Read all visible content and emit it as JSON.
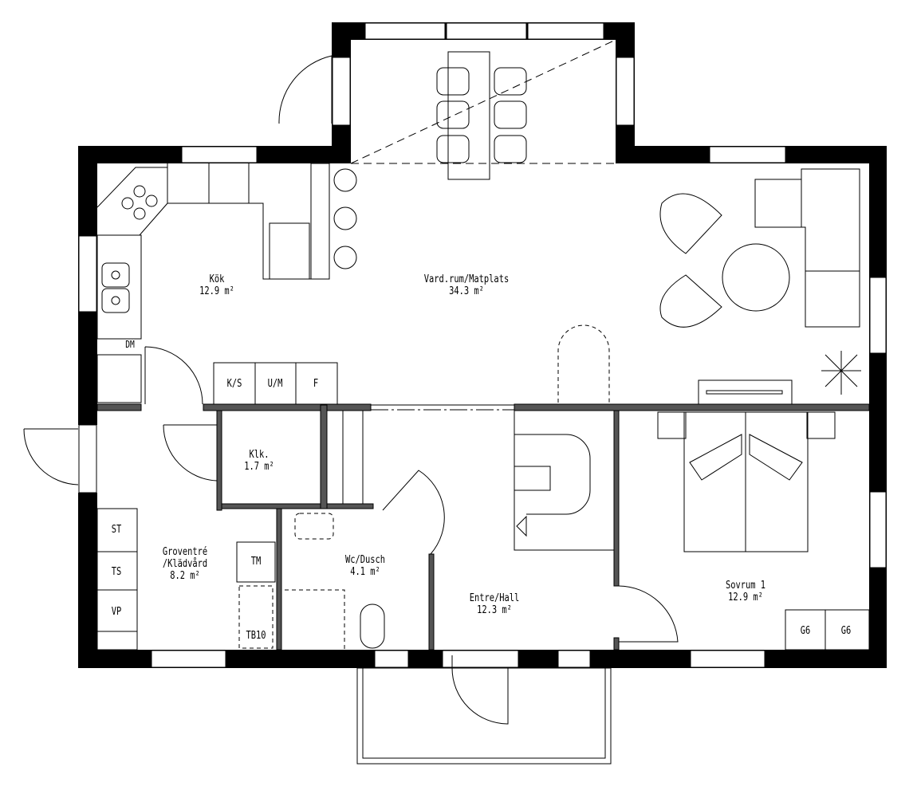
{
  "rooms": [
    {
      "name": "Kök",
      "area": "12.9 m²"
    },
    {
      "name": "Vard.rum/Matplats",
      "area": "34.3 m²"
    },
    {
      "name": "Klk.",
      "area": "1.7 m²"
    },
    {
      "name": "Groventré\n/Klädvård",
      "line1": "Groventré",
      "line2": "/Klädvård",
      "area": "8.2 m²"
    },
    {
      "name": "Wc/Dusch",
      "area": "4.1 m²"
    },
    {
      "name": "Entre/Hall",
      "area": "12.3 m²"
    },
    {
      "name": "Sovrum 1",
      "area": "12.9 m²"
    }
  ],
  "appliances": {
    "ks": "K/S",
    "um": "U/M",
    "f": "F",
    "dm": "DM",
    "st": "ST",
    "ts": "TS",
    "vp": "VP",
    "tm": "TM",
    "tb10": "TB10",
    "g6a": "G6",
    "g6b": "G6"
  },
  "colors": {
    "wall": "#000000",
    "background": "#ffffff"
  }
}
